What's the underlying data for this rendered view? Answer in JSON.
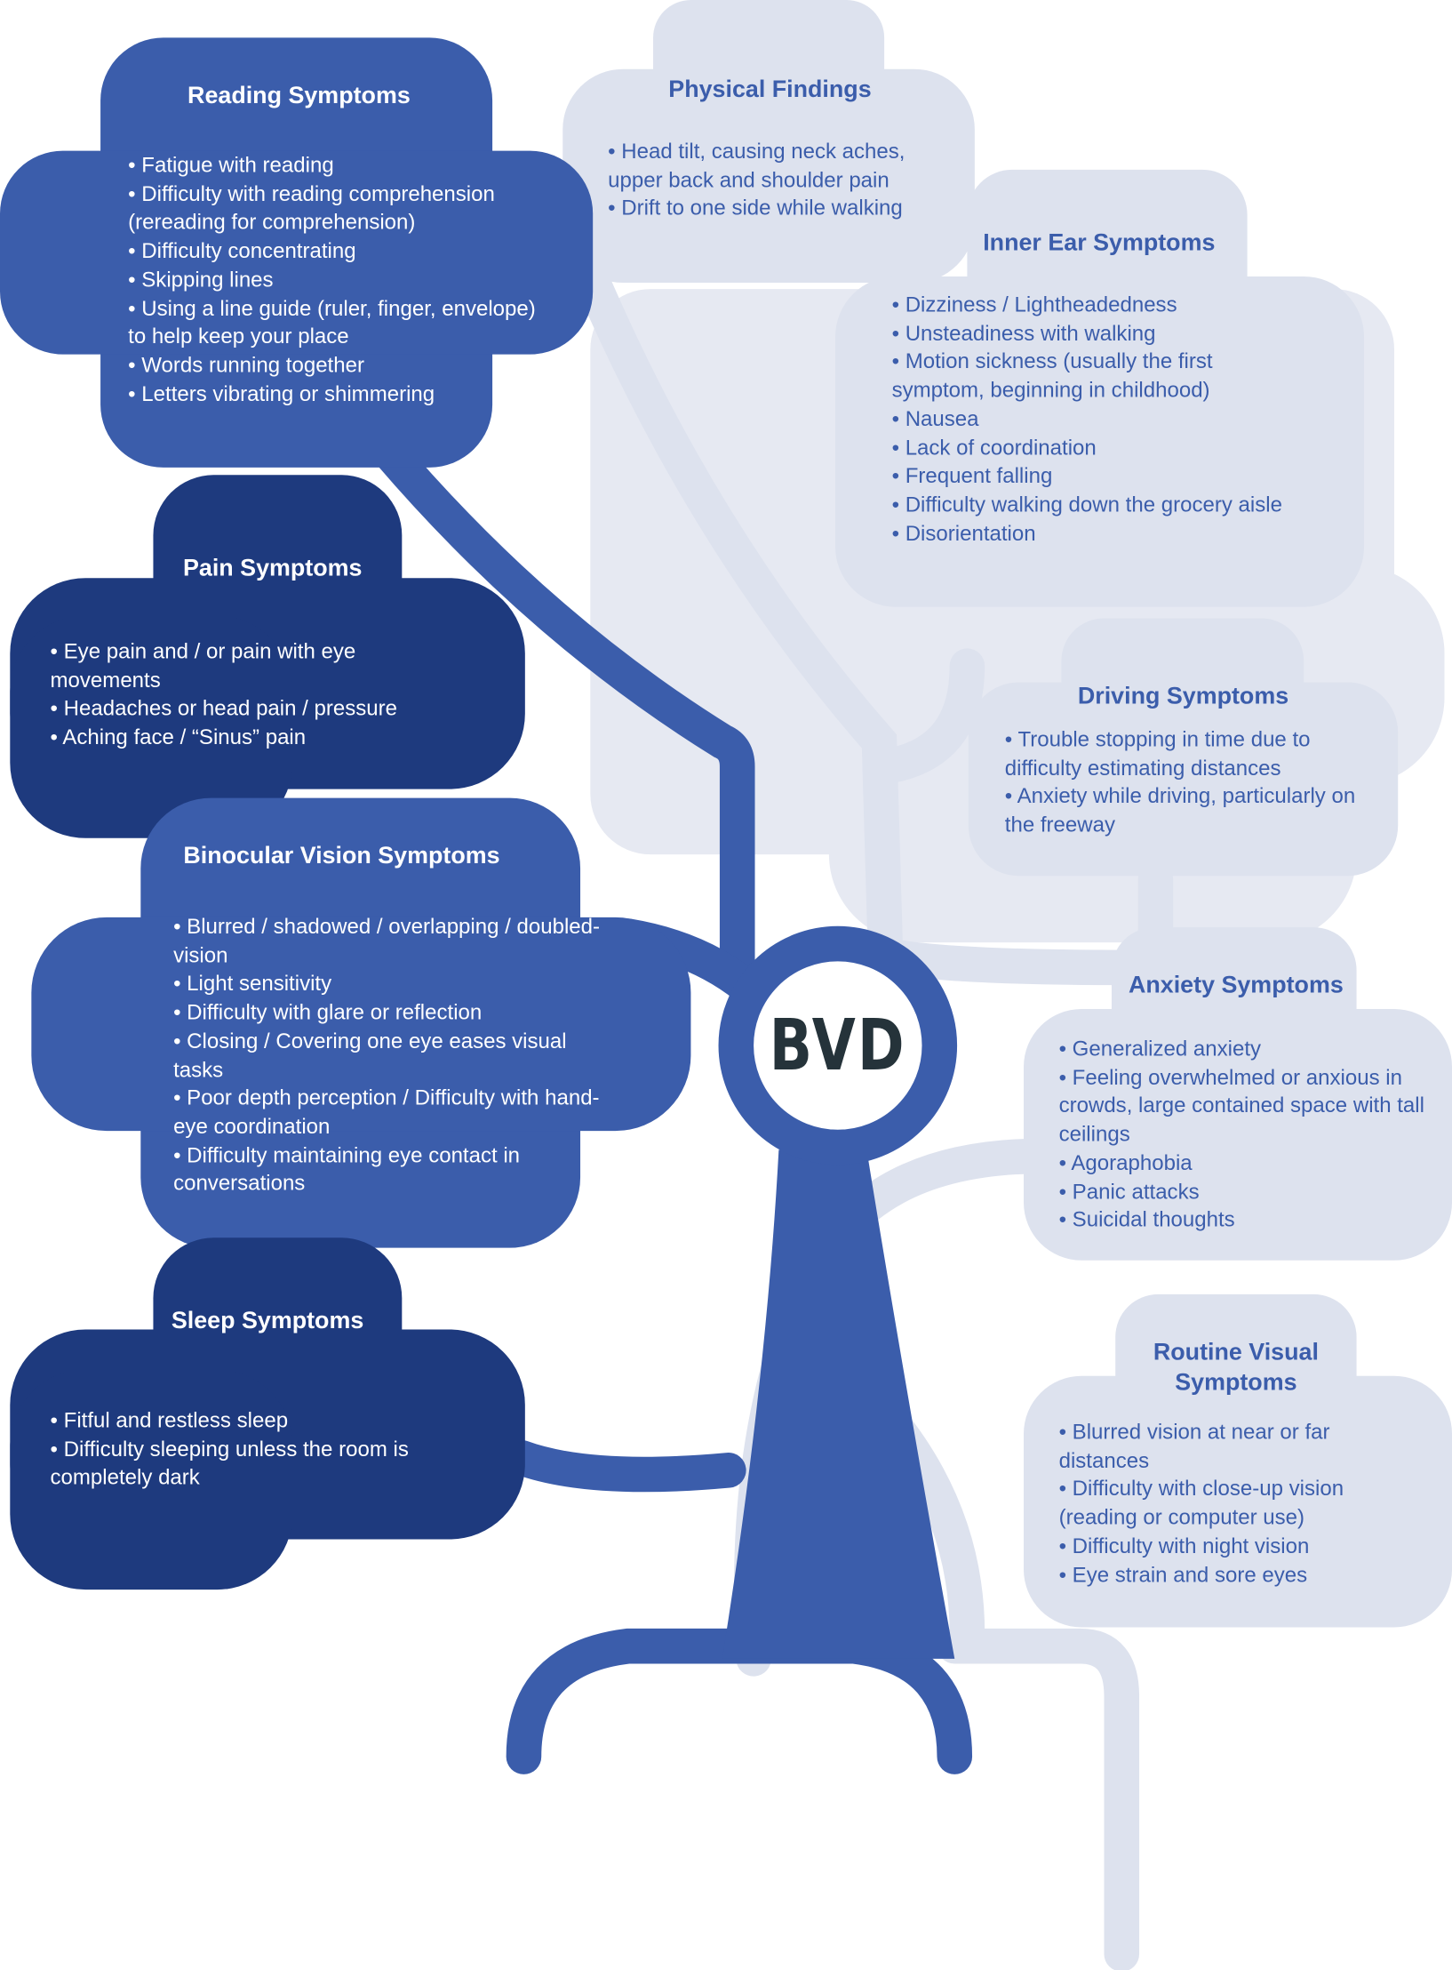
{
  "center_label": "BVD",
  "colors": {
    "primary": "#3b5dab",
    "dark": "#1e3a7e",
    "light": "#dde2ee",
    "center_text": "#25333a"
  },
  "groups": {
    "reading": {
      "title": "Reading Symptoms",
      "items": [
        "Fatigue with reading",
        "Difficulty with reading comprehension (rereading for comprehension)",
        "Difficulty concentrating",
        "Skipping lines",
        "Using a line guide (ruler, finger, envelope) to help keep your place",
        "Words running together",
        "Letters vibrating or shimmering"
      ]
    },
    "physical": {
      "title": "Physical Findings",
      "items": [
        "Head tilt, causing neck aches, upper back and shoulder pain",
        "Drift to one side while walking"
      ]
    },
    "inner_ear": {
      "title": "Inner Ear Symptoms",
      "items": [
        "Dizziness / Lightheadedness",
        "Unsteadiness with walking",
        "Motion sickness (usually the first symptom, beginning in childhood)",
        "Nausea",
        "Lack of coordination",
        "Frequent falling",
        "Difficulty walking down the grocery aisle",
        "Disorientation"
      ]
    },
    "pain": {
      "title": "Pain Symptoms",
      "items": [
        "Eye pain and / or pain with eye movements",
        "Headaches or head pain / pressure",
        "Aching face / “Sinus” pain"
      ]
    },
    "driving": {
      "title": "Driving Symptoms",
      "items": [
        "Trouble stopping in time due to difficulty estimating distances",
        "Anxiety while driving, particularly on the freeway"
      ]
    },
    "binocular": {
      "title": "Binocular Vision Symptoms",
      "items": [
        "Blurred / shadowed / overlapping / doubled-vision",
        "Light sensitivity",
        "Difficulty with glare or reflection",
        "Closing / Covering one eye eases visual tasks",
        "Poor depth perception / Difficulty with hand-eye coordination",
        "Difficulty maintaining eye contact in conversations"
      ]
    },
    "anxiety": {
      "title": "Anxiety Symptoms",
      "items": [
        "Generalized anxiety",
        "Feeling overwhelmed or anxious in crowds, large contained space with tall ceilings",
        "Agoraphobia",
        "Panic attacks",
        "Suicidal thoughts"
      ]
    },
    "sleep": {
      "title": "Sleep Symptoms",
      "items": [
        "Fitful and restless sleep",
        "Difficulty sleeping unless the room is completely dark"
      ]
    },
    "routine": {
      "title": "Routine Visual Symptoms",
      "items": [
        "Blurred vision at near or far distances",
        "Difficulty with close-up vision (reading or computer use)",
        "Difficulty with night vision",
        "Eye strain and sore eyes"
      ]
    }
  }
}
